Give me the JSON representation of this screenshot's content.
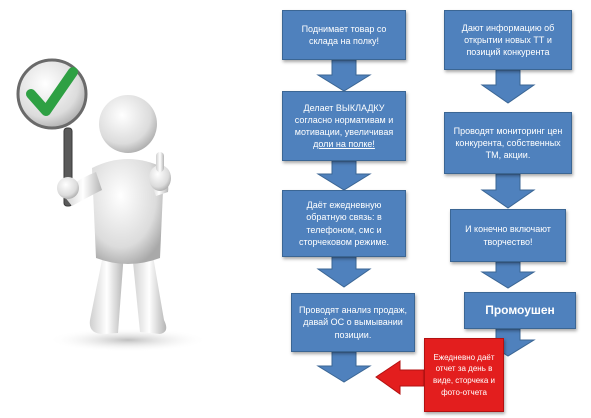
{
  "figure": {
    "checkmark_color": "#2ea043",
    "sign_color": "#ffffff"
  },
  "flow": {
    "arrow_color": "#4f81bd",
    "box_color": "#4f81bd",
    "left": [
      {
        "text": "Поднимает товар со склада на полку!"
      },
      {
        "text_before": "Делает ВЫКЛАДКУ согласно нормативам и мотивации, увеличивая",
        "text_underlined": "доли на полке!"
      },
      {
        "text": "Даёт ежедневную обратную связь: в телефоном, смс и сторчековом режиме."
      },
      {
        "text": "Проводят анализ продаж, давай ОС о вымывании позиции."
      }
    ],
    "right": [
      {
        "text": "Дают информацию об открытии новых ТТ и позиций конкурента"
      },
      {
        "text": "Проводят мониторинг цен конкурента, собственных ТМ, акции."
      },
      {
        "text": "И конечно включают творчество!"
      },
      {
        "text": "Промоушен"
      }
    ],
    "report": {
      "text": "Ежедневно даёт отчет за день в виде, сторчека и фото-отчета",
      "color": "#e31e1e"
    }
  }
}
